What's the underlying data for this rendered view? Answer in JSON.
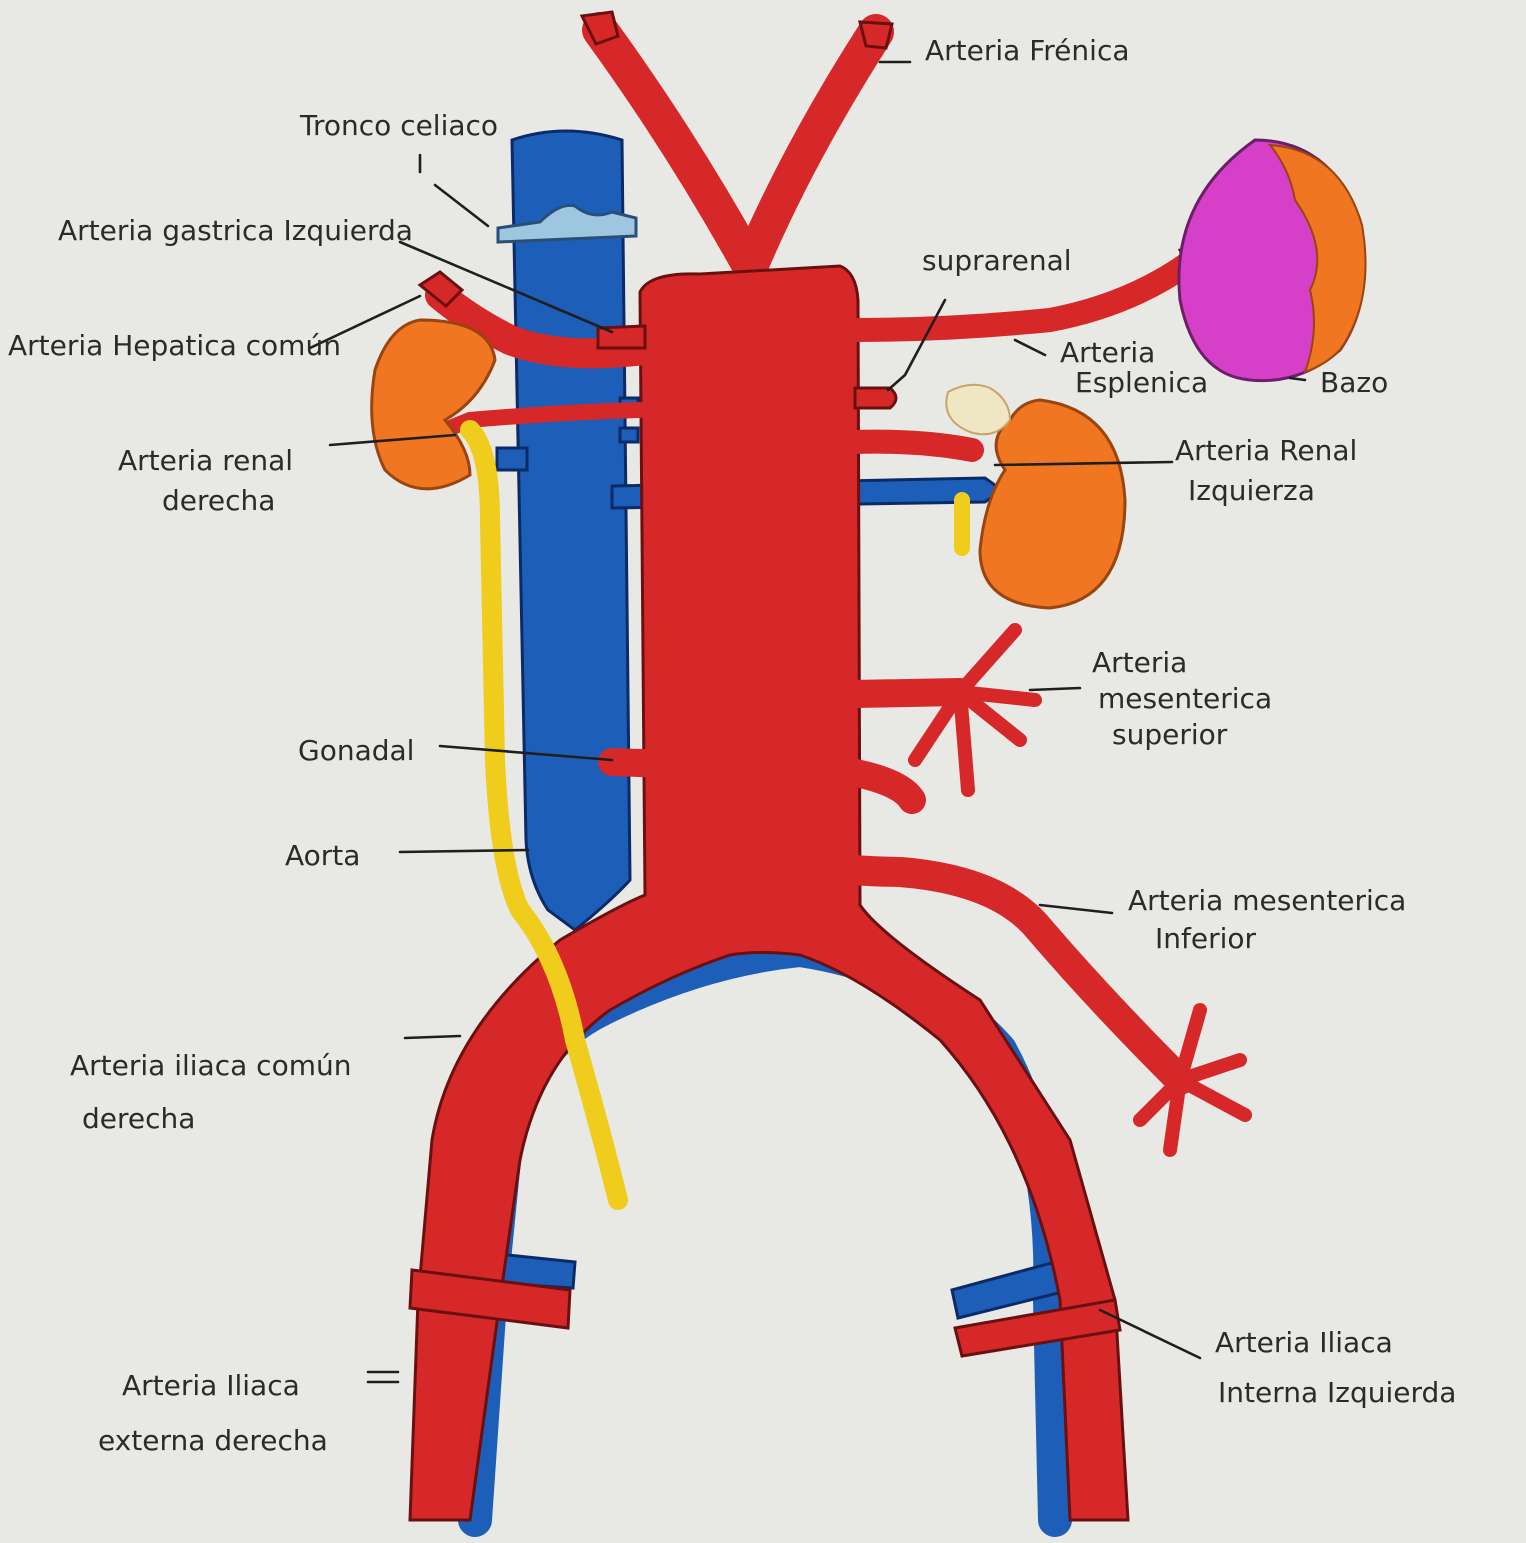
{
  "labels": {
    "phrenic": "Arteria Frénica",
    "celiac_trunk": "Tronco celiaco",
    "left_gastric": "Arteria gastrica Izquierda",
    "common_hepatic": "Arteria Hepatica común",
    "suprarenal": "suprarenal",
    "splenic_1": "Arteria",
    "splenic_2": "Esplenica",
    "spleen": "Bazo",
    "right_renal_1": "Arteria renal",
    "right_renal_2": "derecha",
    "left_renal_1": "Arteria Renal",
    "left_renal_2": "Izquierza",
    "sup_mesenteric_1": "Arteria",
    "sup_mesenteric_2": "mesenterica",
    "sup_mesenteric_3": "superior",
    "gonadal": "Gonadal",
    "aorta": "Aorta",
    "inf_mesenteric_1": "Arteria mesenterica",
    "inf_mesenteric_2": "Inferior",
    "right_common_iliac_1": "Arteria iliaca común",
    "right_common_iliac_2": "derecha",
    "left_internal_iliac_1": "Arteria Iliaca",
    "left_internal_iliac_2": "Interna Izquierda",
    "right_external_iliac_1": "Arteria Iliaca",
    "right_external_iliac_2": "externa derecha"
  },
  "colors": {
    "artery": "#d62828",
    "vein": "#1d5fb8",
    "kidney": "#f07621",
    "spleen": "#d640c8",
    "spleen_rim": "#f07621",
    "ureter": "#f0cc1c",
    "adrenal": "#efe6c4",
    "celiac": "#9ec6e0",
    "paper": "#e8e8e5"
  }
}
